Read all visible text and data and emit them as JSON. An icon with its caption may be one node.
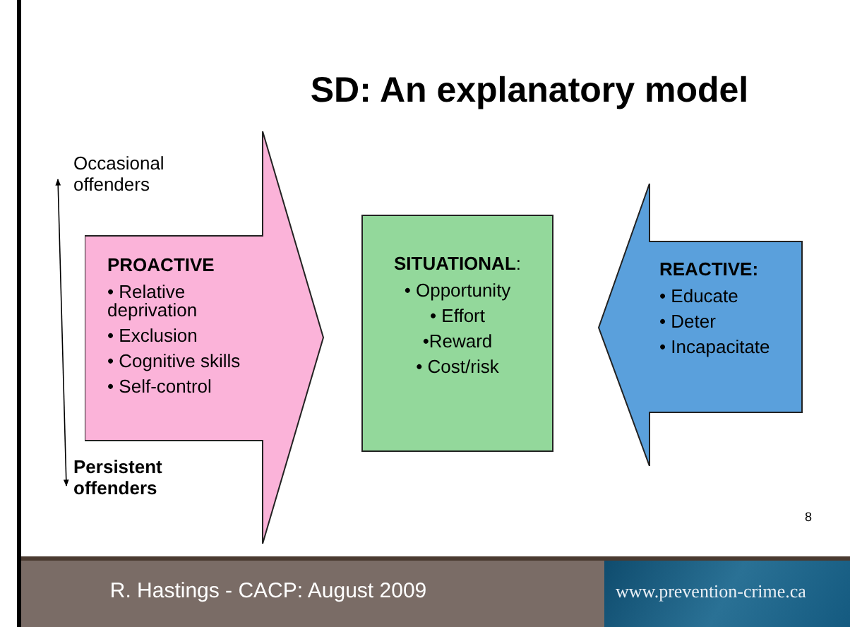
{
  "diagram": {
    "title": "SD: An explanatory model",
    "nodes": [
      {
        "text": [
          "Occasional offenders"
        ]
      },
      {
        "text": [
          "PROACTIVE",
          "• Relative deprivation",
          "• Exclusion",
          "• Cognitive skills",
          "• Self-control"
        ]
      },
      {
        "text": [
          "Persistent offenders"
        ]
      },
      {
        "text": [
          "**SITUATIONAL**:",
          "• Opportunity",
          "• Effort",
          "•Reward",
          "• Cost/risk"
        ]
      },
      {
        "text": [
          "REACTIVE:",
          "• Educate",
          "• Deter",
          "• Incapacitate"
        ]
      }
    ],
    "edges": [
      {
        "from": 0,
        "to": 2,
        "arrow": "both"
      }
    ],
    "labels": [
      "8",
      "R. Hastings - CACP: August 2009",
      "www.prevention-crime.ca"
    ]
  }
}
